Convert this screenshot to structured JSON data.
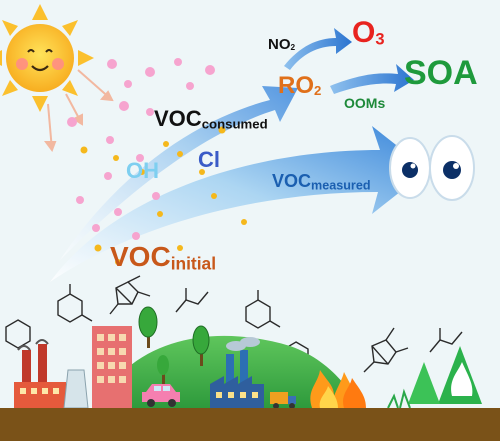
{
  "labels": {
    "no2_main": "NO",
    "no2_sub": "2",
    "o3_main": "O",
    "o3_sub": "3",
    "ro2_main": "RO",
    "ro2_sub": "2",
    "soa": "SOA",
    "ooms": "OOMs",
    "voc_consumed_main": "VOC",
    "voc_consumed_sub": "consumed",
    "oh": "OH",
    "cl": "Cl",
    "voc_measured_main": "VOC",
    "voc_measured_sub": "measured",
    "voc_initial_main": "VOC",
    "voc_initial_sub": "initial"
  },
  "colors": {
    "o3": "#e8231f",
    "ro2": "#e0701a",
    "soa": "#1e9a3c",
    "ooms": "#1e8a3a",
    "oh": "#7ecff0",
    "cl": "#3a5bc7",
    "voc_measured": "#1b5fb0",
    "voc_initial": "#c8581a",
    "ground": "#7a5218",
    "sun": "#fbb81e"
  }
}
